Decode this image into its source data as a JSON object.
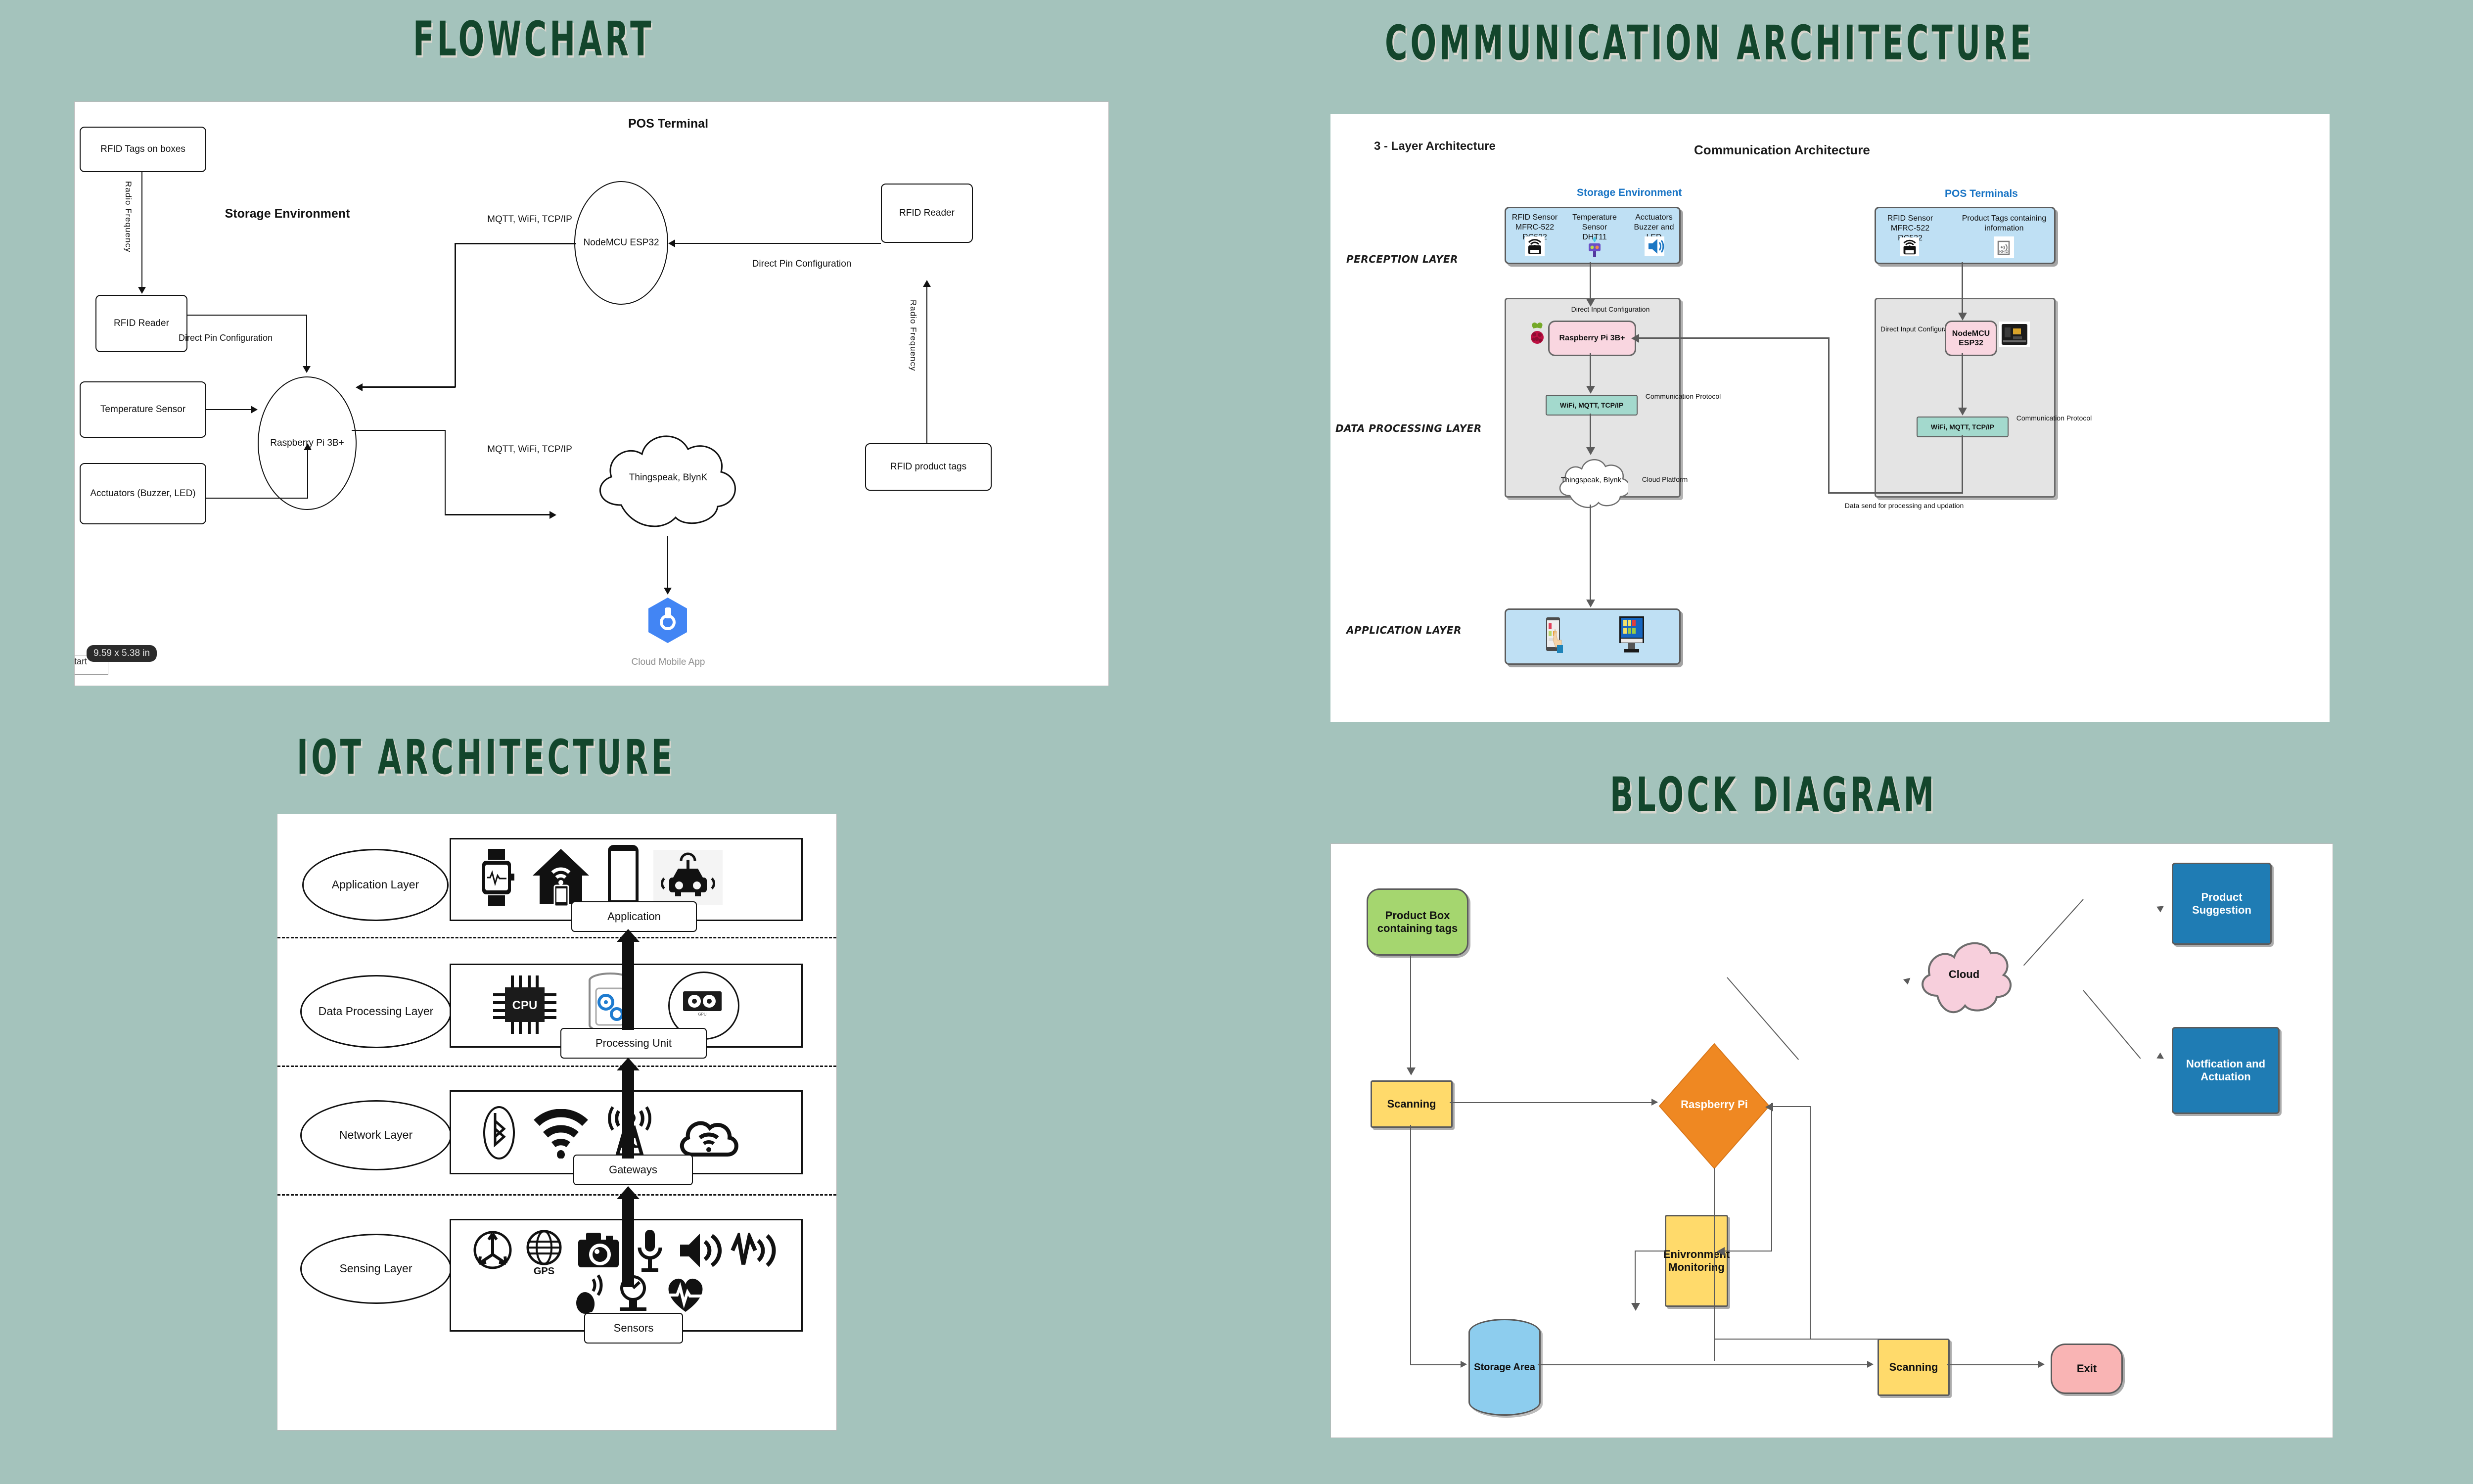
{
  "titles": {
    "flowchart": "FLOWCHART",
    "communication": "COMMUNICATION ARCHITECTURE",
    "iot": "IOT ARCHITECTURE",
    "block": "BLOCK DIAGRAM"
  },
  "flowchart": {
    "heading_pos": "POS Terminal",
    "heading_storage": "Storage Environment",
    "nodes": {
      "rfid_tags_boxes": "RFID Tags on boxes",
      "rfid_reader_left": "RFID Reader",
      "temperature_sensor": "Temperature Sensor",
      "actuators": "Acctuators (Buzzer, LED)",
      "raspberry_pi": "Raspberry Pi 3B+",
      "nodemcu": "NodeMCU ESP32",
      "rfid_reader_right": "RFID Reader",
      "rfid_product_tags": "RFID product tags",
      "thingspeak": "Thingspeak, BlynK",
      "cloud_mobile_app": "Cloud Mobile App"
    },
    "edge_labels": {
      "radio_frequency_left": "Radio Frequency",
      "radio_frequency_right": "Radio Frequency",
      "direct_pin_left": "Direct Pin Configuration",
      "direct_pin_right": "Direct Pin Configuration",
      "mqtt_top": "MQTT, WiFi, TCP/IP",
      "mqtt_bottom": "MQTT, WiFi, TCP/IP"
    },
    "tooltip": "9.59 x 5.38 in",
    "start_label": "tart"
  },
  "communication": {
    "subtitle_left": "3 - Layer Architecture",
    "subtitle_center": "Communication Architecture",
    "layers": {
      "perception": "PERCEPTION LAYER",
      "data_processing": "DATA PROCESSING LAYER",
      "application": "APPLICATION LAYER"
    },
    "group_storage": "Storage Environment",
    "group_pos": "POS Terminals",
    "perception_storage": [
      {
        "line1": "RFID Sensor",
        "line2": "MFRC-522 RC522",
        "icon": "rfid-reader-icon"
      },
      {
        "line1": "Temperature Sensor",
        "line2": "DHT11",
        "icon": "temperature-sensor-icon"
      },
      {
        "line1": "Acctuators",
        "line2": "Buzzer and LED",
        "icon": "speaker-icon"
      }
    ],
    "perception_pos": [
      {
        "line1": "RFID Sensor",
        "line2": "MFRC-522 RC522",
        "icon": "rfid-reader-icon"
      },
      {
        "line1": "Product Tags containing",
        "line2": "information",
        "icon": "rfid-tag-icon"
      }
    ],
    "processing_storage": {
      "input_note": "Direct Input Configuration",
      "node": "Raspberry Pi 3B+",
      "node_icon": "raspberry-pi-logo-icon",
      "protocol": "WiFi,  MQTT, TCP/IP",
      "protocol_note": "Communication Protocol",
      "cloud": "Thingspeak, Blynk",
      "cloud_note": "Cloud Platform"
    },
    "processing_pos": {
      "input_note": "Direct Input Configuration",
      "node": "NodeMCU ESP32",
      "node_icon": "nodemcu-board-icon",
      "protocol": "WiFi,  MQTT, TCP/IP",
      "protocol_note": "Communication Protocol",
      "link_note": "Data send for processing and updation"
    },
    "application_icons": [
      {
        "name": "mobile-app-hand-icon"
      },
      {
        "name": "desktop-monitor-icon"
      }
    ]
  },
  "iot": {
    "layers": [
      {
        "label": "Application Layer",
        "tag": "Application",
        "icons": [
          "smartwatch-icon",
          "smart-home-icon",
          "smartphone-icon",
          "connected-car-icon"
        ]
      },
      {
        "label": "Data Processing Layer",
        "tag": "Processing Unit",
        "icons": [
          "cpu-chip-icon",
          "database-gears-icon",
          "gpu-card-icon"
        ]
      },
      {
        "label": "Network Layer",
        "tag": "Gateways",
        "icons": [
          "bluetooth-icon",
          "wifi-icon",
          "cell-tower-icon",
          "cloud-wifi-icon"
        ]
      },
      {
        "label": "Sensing Layer",
        "tag": "Sensors",
        "icons": [
          "motion-icon",
          "gps-icon",
          "camera-icon",
          "microphone-icon",
          "speaker-icon",
          "vibration-icon",
          "light-bulb-icon",
          "pressure-gauge-icon",
          "heartbeat-icon"
        ]
      }
    ]
  },
  "block": {
    "nodes": {
      "product_box": "Product Box containing tags",
      "scanning_1": "Scanning",
      "raspberry_pi": "Raspberry Pi",
      "cloud": "Cloud",
      "product_suggestion": "Product Suggestion",
      "notification": "Notfication and Actuation",
      "environment_monitoring": "Enivronment Monitoring",
      "storage_area": "Storage Area",
      "scanning_2": "Scanning",
      "exit": "Exit"
    }
  },
  "colors": {
    "background": "#a4c3bc",
    "title_green": "#13462c",
    "blue_box": "#1f7cb4",
    "light_blue": "#bfe0f4",
    "gray_box": "#e4e4e4",
    "pink_node": "#f9d6e0",
    "teal_node": "#a3d9cd",
    "green_node": "#a5d66f",
    "yellow_node": "#ffda6b",
    "orange_node": "#ef8822",
    "red_node": "#f9b4b4",
    "cyl_blue": "#8dcdee",
    "group_title_blue": "#1773c4"
  }
}
